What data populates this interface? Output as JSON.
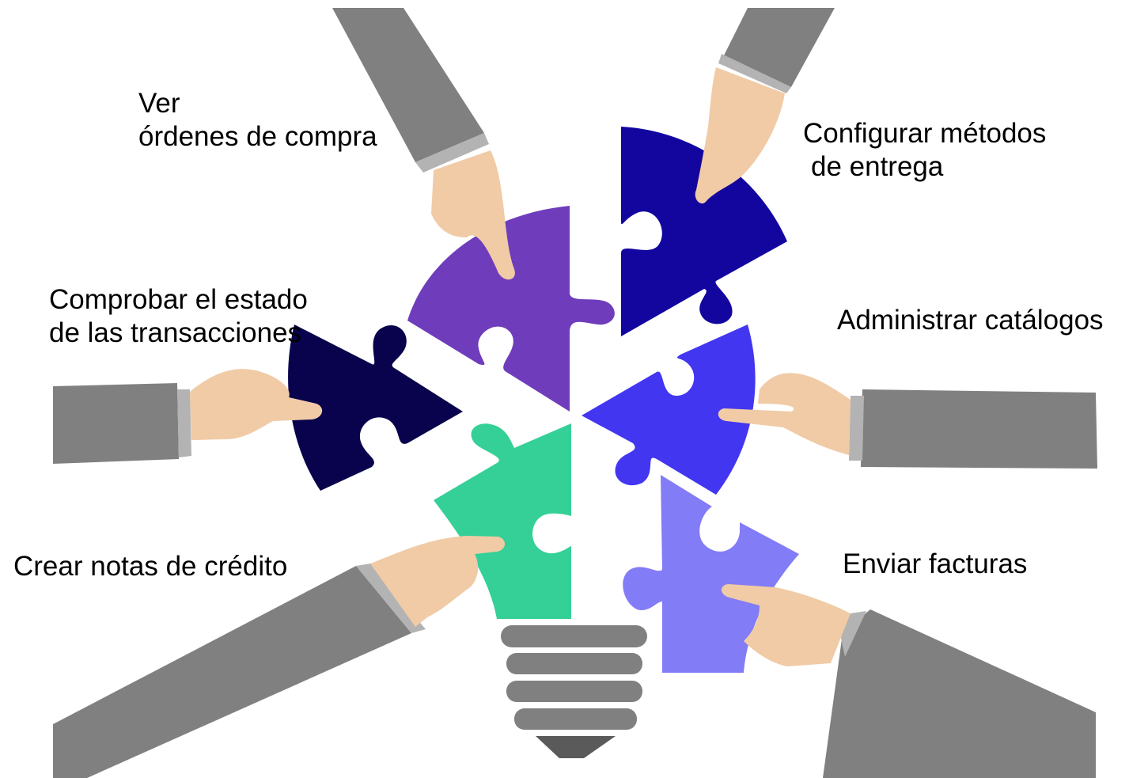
{
  "labels": {
    "ver_ordenes": {
      "line1": "Ver",
      "line2": "órdenes de compra"
    },
    "configurar_metodos": {
      "line1": "Configurar métodos",
      "line2": "de entrega"
    },
    "comprobar_estado": {
      "line1": "Comprobar el estado",
      "line2": "de las transacciones"
    },
    "administrar_catalogos": "Administrar catálogos",
    "crear_notas": "Crear notas de crédito",
    "enviar_facturas": "Enviar facturas"
  },
  "colors": {
    "piece_purple": "#6f3cbc",
    "piece_dark_blue": "#12069f",
    "piece_navy": "#08034c",
    "piece_blue": "#4336f1",
    "piece_green": "#34d097",
    "piece_lavender": "#827cf6",
    "sleeve": "#808080",
    "cuff": "#b3b3b3",
    "hand": "#f0cba6",
    "bulb_base": "#808080",
    "bulb_tip": "#5a5a5a"
  }
}
